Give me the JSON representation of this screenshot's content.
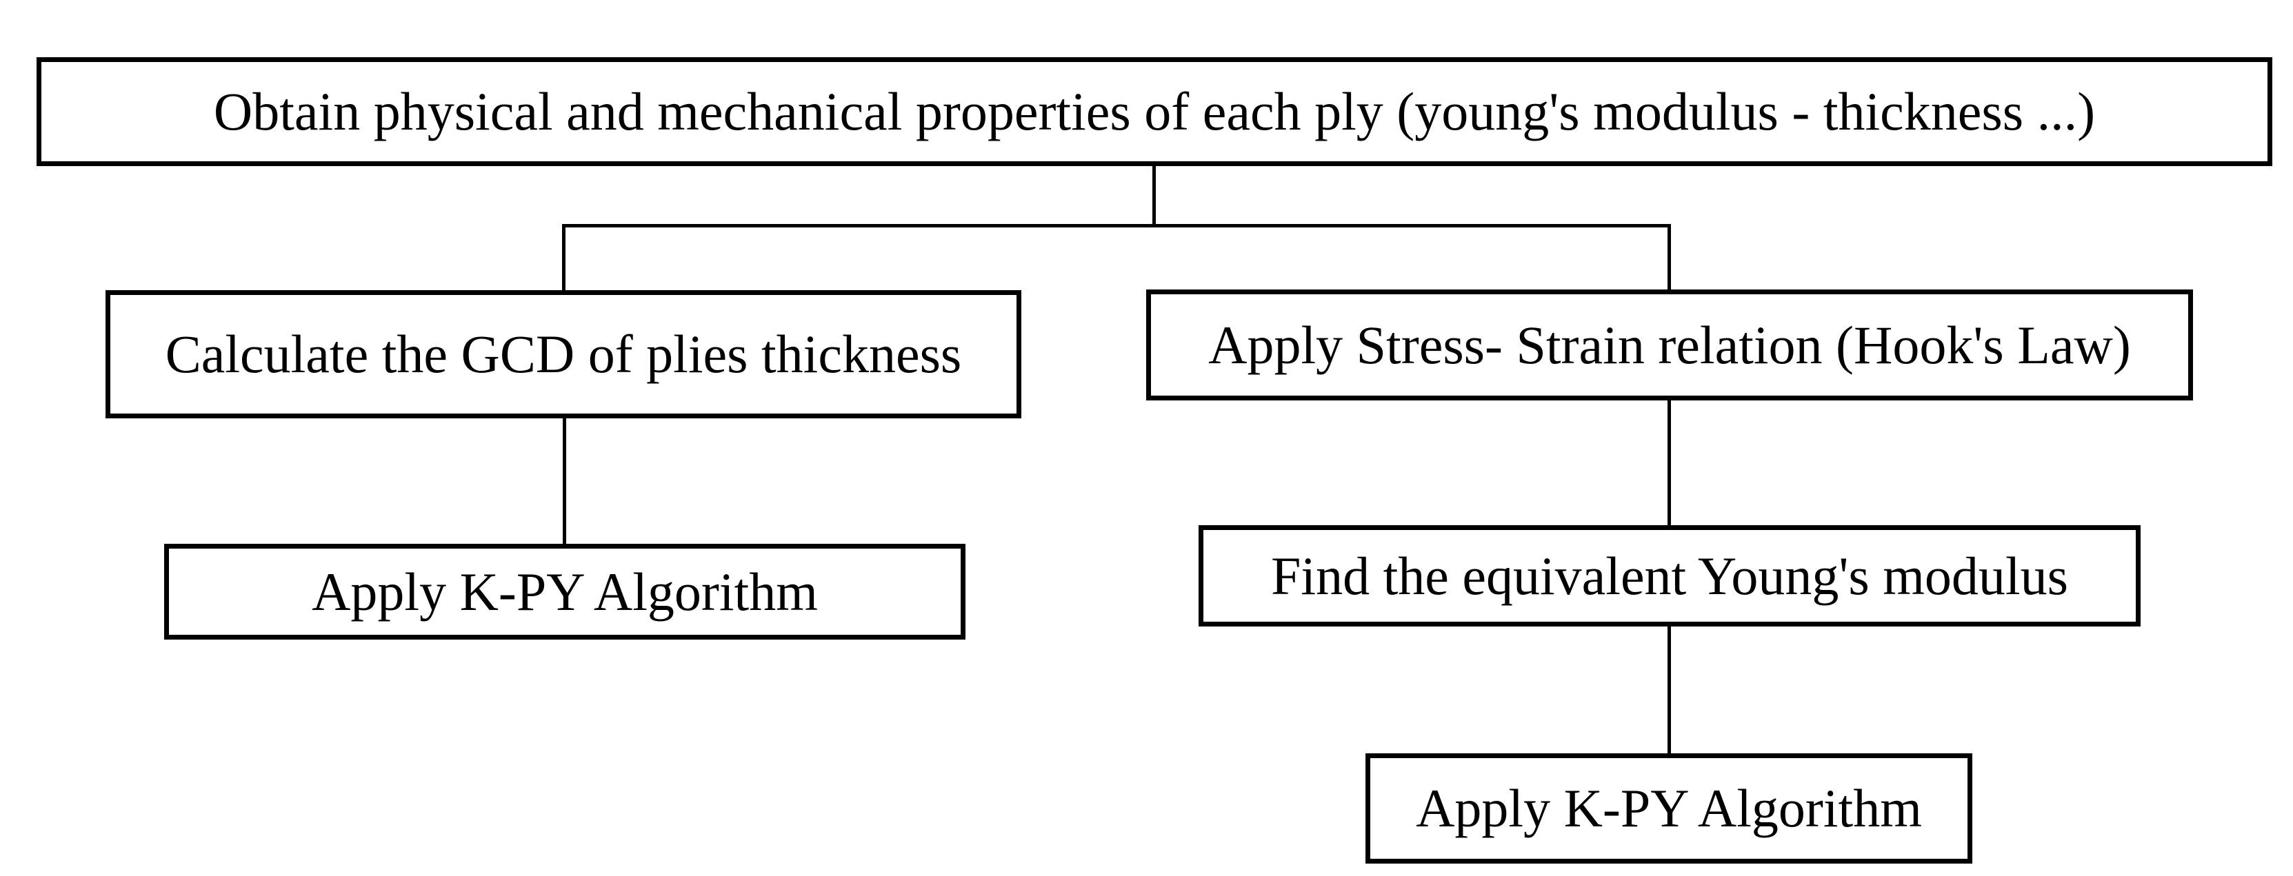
{
  "diagram": {
    "type": "flowchart",
    "background_color": "#ffffff",
    "node_fill_color": "#ffffff",
    "node_border_color": "#000000",
    "edge_color": "#000000",
    "text_color": "#000000",
    "nodes": {
      "root": {
        "label": "Obtain physical and mechanical properties of each ply (young's modulus - thickness ...)"
      },
      "gcd": {
        "label": "Calculate the GCD of plies thickness"
      },
      "kpy_left": {
        "label": "Apply K-PY Algorithm"
      },
      "stress_strain": {
        "label": "Apply Stress- Strain relation (Hook's Law)"
      },
      "find_young": {
        "label": "Find the equivalent Young's modulus"
      },
      "kpy_right": {
        "label": "Apply K-PY Algorithm"
      }
    },
    "edges": [
      {
        "from": "root",
        "to": "gcd"
      },
      {
        "from": "root",
        "to": "stress_strain"
      },
      {
        "from": "gcd",
        "to": "kpy_left"
      },
      {
        "from": "stress_strain",
        "to": "find_young"
      },
      {
        "from": "find_young",
        "to": "kpy_right"
      }
    ]
  }
}
